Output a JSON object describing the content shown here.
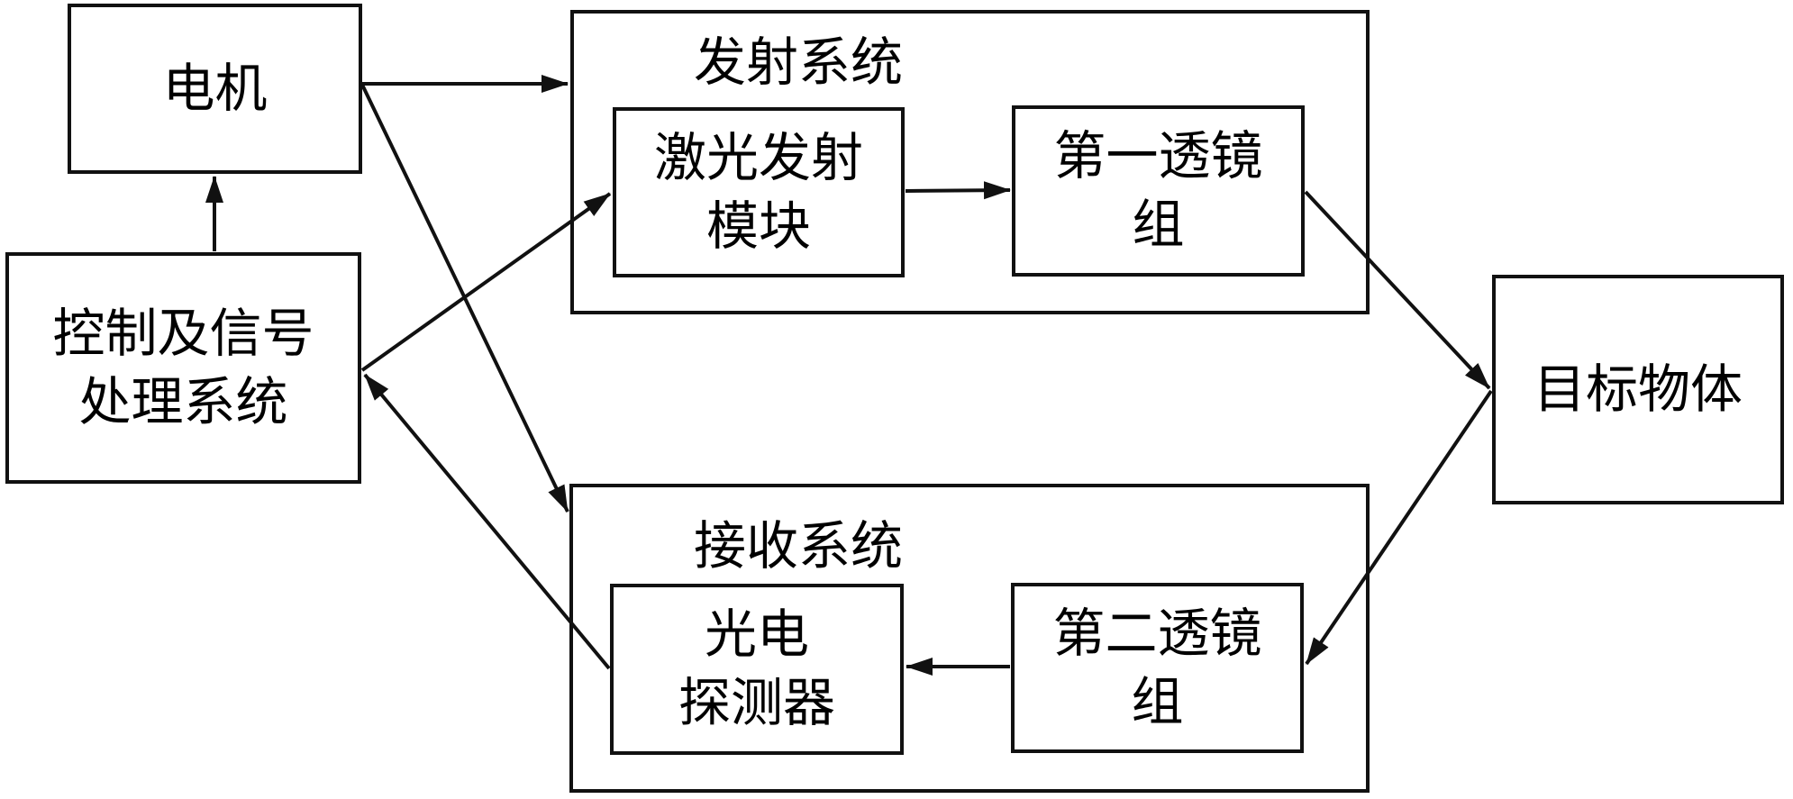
{
  "colors": {
    "line": "#111111",
    "background": "#ffffff",
    "text": "#000000"
  },
  "diagram": {
    "boxes": {
      "motor": {
        "lines": [
          "电机"
        ]
      },
      "control": {
        "lines": [
          "控制及信号",
          "处理系统"
        ]
      },
      "transmit_system": {
        "title": "发射系统"
      },
      "laser_module": {
        "lines": [
          "激光发射",
          "模块"
        ]
      },
      "first_lens_group": {
        "lines": [
          "第一透镜",
          "组"
        ]
      },
      "receive_system": {
        "title": "接收系统"
      },
      "photodetector": {
        "lines": [
          "光电",
          "探测器"
        ]
      },
      "second_lens_group": {
        "lines": [
          "第二透镜",
          "组"
        ]
      },
      "target_object": {
        "lines": [
          "目标物体"
        ]
      }
    },
    "connections": [
      {
        "from": "控制及信号处理系统",
        "to": "电机"
      },
      {
        "from": "电机",
        "to": "发射系统"
      },
      {
        "from": "电机",
        "to": "接收系统"
      },
      {
        "from": "控制及信号处理系统",
        "to": "激光发射模块"
      },
      {
        "from": "激光发射模块",
        "to": "第一透镜组"
      },
      {
        "from": "第一透镜组",
        "to": "目标物体"
      },
      {
        "from": "目标物体",
        "to": "第二透镜组"
      },
      {
        "from": "第二透镜组",
        "to": "光电探测器"
      },
      {
        "from": "光电探测器",
        "to": "控制及信号处理系统"
      }
    ]
  }
}
